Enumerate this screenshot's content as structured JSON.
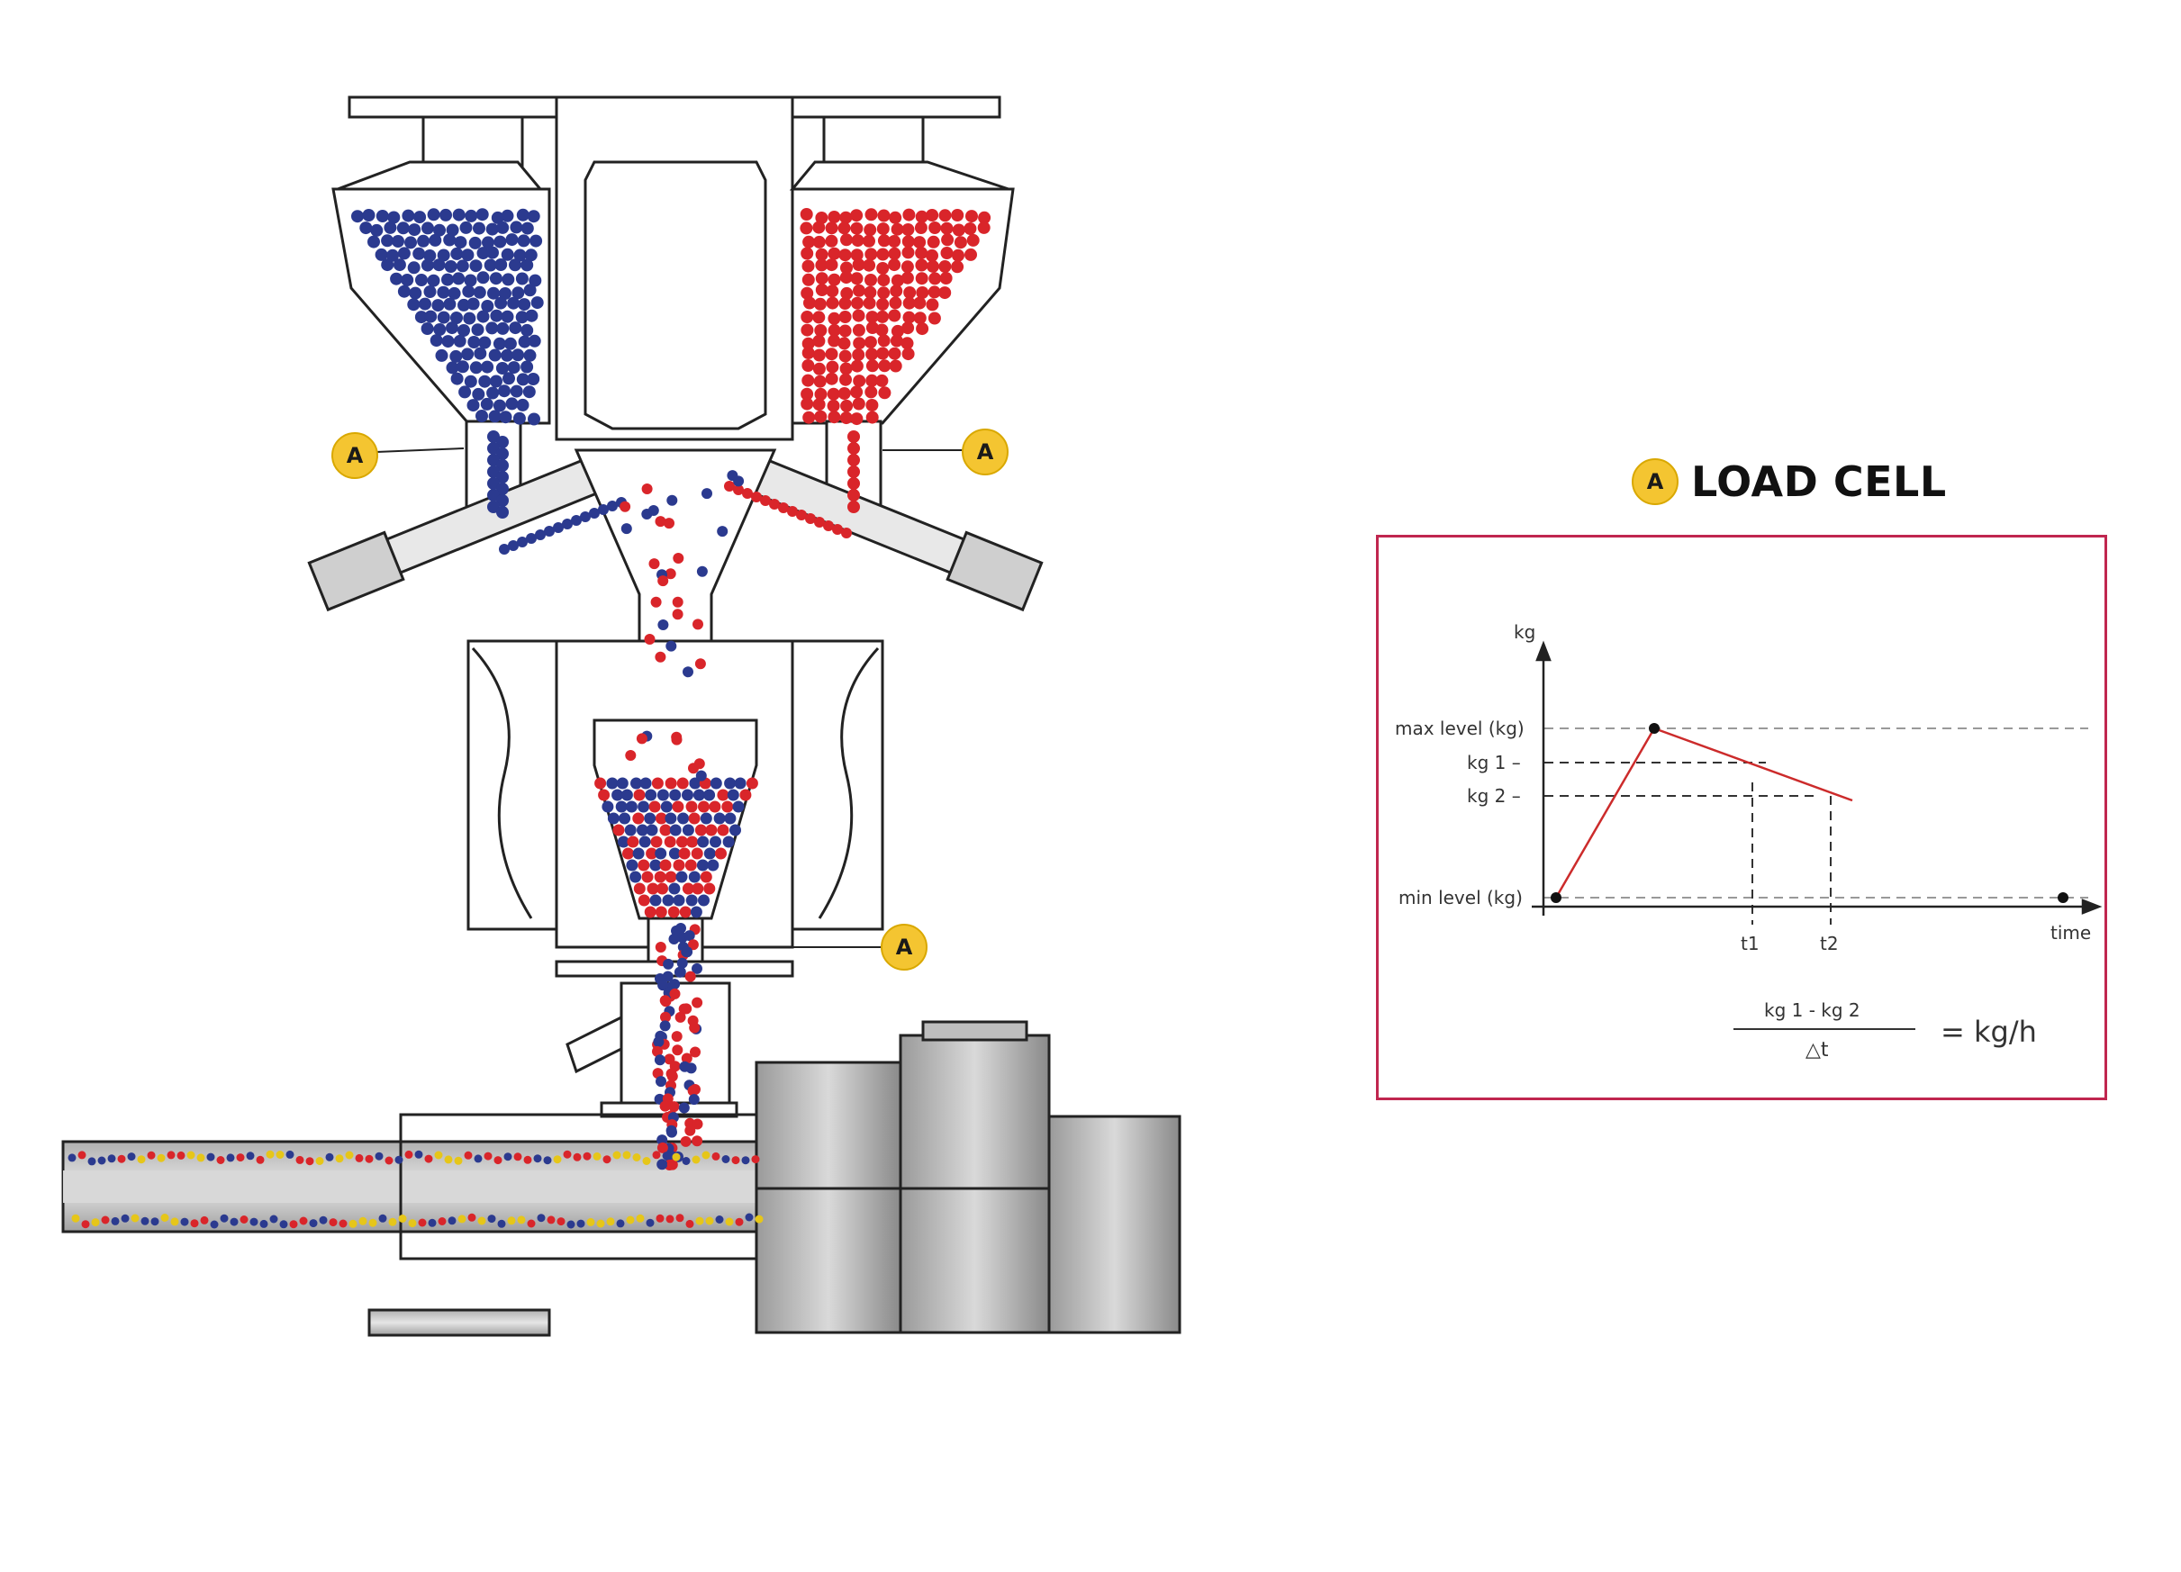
{
  "markers": {
    "label": "A"
  },
  "heading": {
    "marker": "A",
    "title": "LOAD CELL"
  },
  "chart": {
    "y_axis_label": "kg",
    "x_axis_label": "time",
    "y_labels": {
      "max": "max level (kg)",
      "kg1": "kg 1 –",
      "kg2": "kg 2 –",
      "min": "min level (kg)"
    },
    "x_labels": {
      "t1": "t1",
      "t2": "t2"
    },
    "formula": {
      "numerator": "kg 1 - kg 2",
      "denominator": "△t",
      "result": "= kg/h"
    },
    "line_color": "#cc2b2b",
    "border_color": "#c0264f"
  },
  "colors": {
    "blue_granules": "#2b3a8f",
    "red_granules": "#d9252a",
    "marker": "#f4c531"
  }
}
